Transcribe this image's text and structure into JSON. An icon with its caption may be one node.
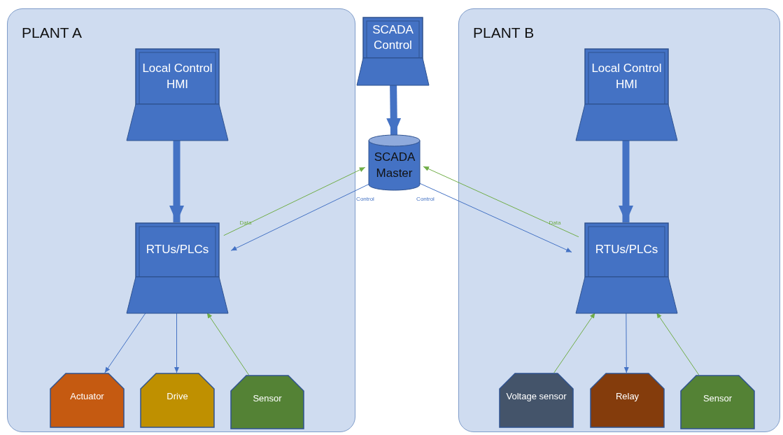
{
  "diagram": {
    "nodes": [
      {
        "text": [
          "PLANT A"
        ]
      },
      {
        "text": [
          "Local Control HMI"
        ],
        "in": 0
      },
      {
        "text": [
          "RTUs/PLCs"
        ],
        "in": 0
      },
      {
        "text": [
          "Actuator"
        ],
        "in": 0
      },
      {
        "text": [
          "Drive"
        ],
        "in": 0
      },
      {
        "text": [
          "Sensor"
        ],
        "in": 0
      },
      {
        "text": [
          "SCADA Control"
        ]
      },
      {
        "text": [
          "SCADA Master"
        ]
      },
      {
        "text": [
          "PLANT B"
        ]
      },
      {
        "text": [
          "Local Control HMI"
        ],
        "in": 8
      },
      {
        "text": [
          "RTUs/PLCs"
        ],
        "in": 8
      },
      {
        "text": [
          "Voltage sensor"
        ],
        "in": 8
      },
      {
        "text": [
          "Relay"
        ],
        "in": 8
      },
      {
        "text": [
          "Sensor"
        ],
        "in": 8
      }
    ],
    "edges": [
      {
        "from": 1,
        "to": 2,
        "arrow": "to",
        "style": "thick"
      },
      {
        "from": 6,
        "to": 7,
        "arrow": "to",
        "style": "thick"
      },
      {
        "from": 9,
        "to": 10,
        "arrow": "to",
        "style": "thick"
      },
      {
        "from": 2,
        "to": 7,
        "arrow": "to",
        "label": "Data",
        "color": "#70ad47"
      },
      {
        "from": 7,
        "to": 2,
        "arrow": "to",
        "label": "Control"
      },
      {
        "from": 10,
        "to": 7,
        "arrow": "to",
        "label": "Data",
        "color": "#70ad47"
      },
      {
        "from": 7,
        "to": 10,
        "arrow": "to",
        "label": "Control"
      },
      {
        "from": 2,
        "to": 3,
        "arrow": "to"
      },
      {
        "from": 2,
        "to": 4,
        "arrow": "to"
      },
      {
        "from": 5,
        "to": 2,
        "arrow": "to",
        "color": "#70ad47"
      },
      {
        "from": 11,
        "to": 10,
        "arrow": "to",
        "color": "#70ad47"
      },
      {
        "from": 10,
        "to": 12,
        "arrow": "to"
      },
      {
        "from": 13,
        "to": 10,
        "arrow": "to",
        "color": "#70ad47"
      }
    ]
  }
}
